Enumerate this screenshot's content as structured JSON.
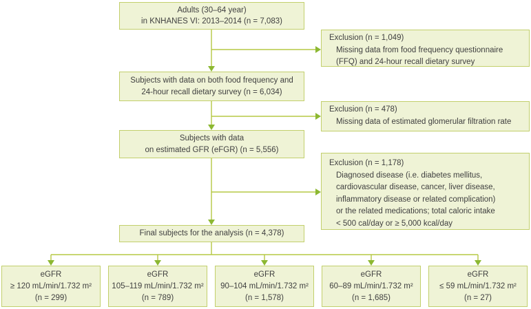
{
  "diagram": {
    "kind": "study-flowchart",
    "colors": {
      "box_fill": "#eff3d6",
      "box_border": "#c2cf6b",
      "connector_line": "#b5c843",
      "arrowhead": "#8cb832",
      "text": "#3f3f3f"
    },
    "main_boxes": [
      {
        "lines": [
          "Adults (30–64 year)",
          "in KNHANES VI: 2013–2014 (n = 7,083)"
        ]
      },
      {
        "lines": [
          "Subjects with data on both food frequency and",
          "24-hour recall dietary survey (n = 6,034)"
        ]
      },
      {
        "lines": [
          "Subjects with data",
          "on estimated GFR (eFGR) (n = 5,556)"
        ]
      },
      {
        "lines": [
          "Final subjects for the analysis (n = 4,378)"
        ]
      }
    ],
    "exclusion_boxes": [
      {
        "title": "Exclusion (n = 1,049)",
        "details": [
          "Missing data from food frequency questionnaire",
          "(FFQ) and 24-hour recall dietary survey"
        ]
      },
      {
        "title": "Exclusion (n = 478)",
        "details": [
          "Missing data of estimated glomerular filtration rate"
        ]
      },
      {
        "title": "Exclusion (n = 1,178)",
        "details": [
          "Diagnosed disease (i.e. diabetes mellitus,",
          "cardiovascular disease, cancer, liver disease,",
          "inflammatory disease or related complication)",
          "or the related medications; total caloric intake",
          "< 500 cal/day or ≥ 5,000 kcal/day"
        ]
      }
    ],
    "outcome_boxes": [
      {
        "lines": [
          "eGFR",
          "≥ 120 mL/min/1.732 m²",
          "(n = 299)"
        ]
      },
      {
        "lines": [
          "eGFR",
          "105–119 mL/min/1.732 m²",
          "(n = 789)"
        ]
      },
      {
        "lines": [
          "eGFR",
          "90–104 mL/min/1.732 m²",
          "(n = 1,578)"
        ]
      },
      {
        "lines": [
          "eGFR",
          "60–89 mL/min/1.732 m²",
          "(n = 1,685)"
        ]
      },
      {
        "lines": [
          "eGFR",
          "≤ 59 mL/min/1.732 m²",
          "(n = 27)"
        ]
      }
    ]
  }
}
